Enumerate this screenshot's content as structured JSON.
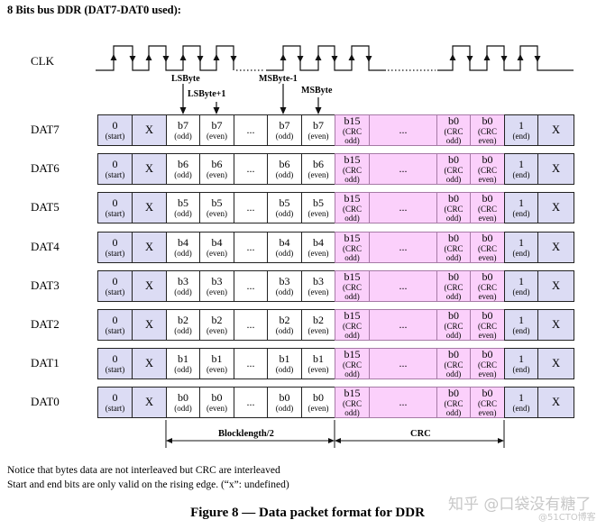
{
  "heading": "8 Bits bus DDR (DAT7-DAT0 used):",
  "clock_label": "CLK",
  "markers": {
    "lsbyte": "LSByte",
    "lsbyte_plus1": "LSByte+1",
    "msbyte_minus1": "MSByte-1",
    "msbyte": "MSByte"
  },
  "rows": [
    {
      "signal": "DAT7",
      "bit": "b7",
      "crc_first": "b15"
    },
    {
      "signal": "DAT6",
      "bit": "b6",
      "crc_first": "b15"
    },
    {
      "signal": "DAT5",
      "bit": "b5",
      "crc_first": "b15"
    },
    {
      "signal": "DAT4",
      "bit": "b4",
      "crc_first": "b15"
    },
    {
      "signal": "DAT3",
      "bit": "b3",
      "crc_first": "b15"
    },
    {
      "signal": "DAT2",
      "bit": "b2",
      "crc_first": "b15"
    },
    {
      "signal": "DAT1",
      "bit": "b1",
      "crc_first": "b15"
    },
    {
      "signal": "DAT0",
      "bit": "b0",
      "crc_first": "b15"
    }
  ],
  "cells": {
    "start_value": "0",
    "start_label": "(start)",
    "undefined": "X",
    "odd": "(odd)",
    "even": "(even)",
    "ellipsis": "...",
    "crc_line1": "(CRC",
    "crc_odd": "odd)",
    "crc_even": "even)",
    "crc_last": "b0",
    "end_value": "1",
    "end_label": "(end)"
  },
  "spans": {
    "block": "Blocklength/2",
    "crc": "CRC"
  },
  "notes": [
    "Notice that bytes data are not interleaved but CRC are interleaved",
    "Start and end bits are only valid on the rising edge. (“x”: undefined)"
  ],
  "caption": "Figure 8 — Data packet format for DDR",
  "watermark": "知乎 @口袋没有糖了",
  "watermark_small": "@51CTO博客",
  "colors": {
    "start_end_fill": "#dcdcf4",
    "crc_fill": "#fbd0fb",
    "line": "#222222"
  }
}
